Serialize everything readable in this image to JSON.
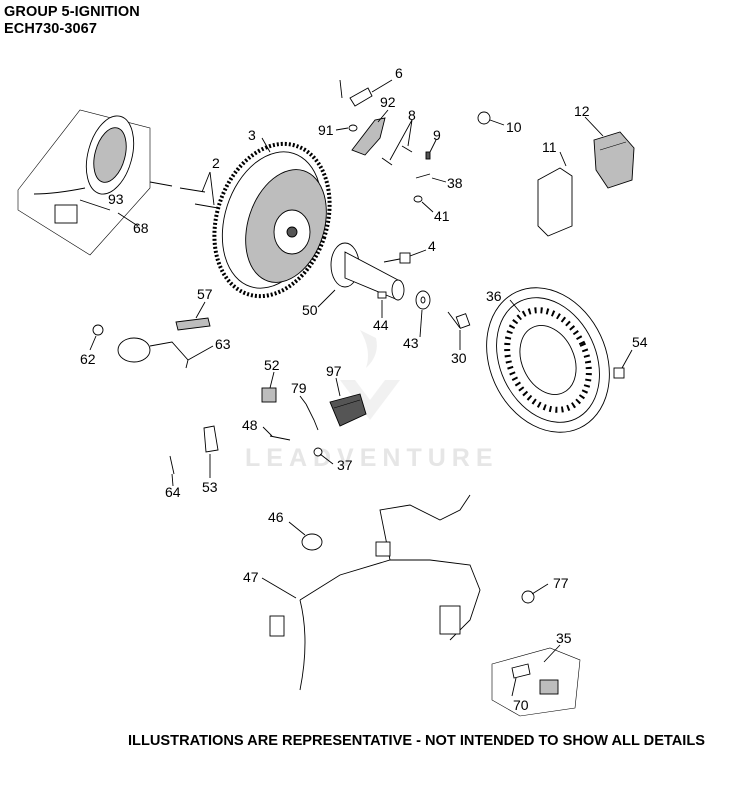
{
  "header": {
    "title": "GROUP 5-IGNITION",
    "model": "ECH730-3067"
  },
  "footer": {
    "note": "ILLUSTRATIONS ARE REPRESENTATIVE - NOT INTENDED TO SHOW ALL DETAILS"
  },
  "watermark": {
    "text": "LEADVENTURE"
  },
  "callouts": {
    "c2": "2",
    "c3": "3",
    "c4": "4",
    "c6": "6",
    "c8": "8",
    "c9": "9",
    "c10": "10",
    "c11": "11",
    "c12": "12",
    "c30": "30",
    "c35": "35",
    "c36": "36",
    "c37": "37",
    "c38": "38",
    "c41": "41",
    "c43": "43",
    "c44": "44",
    "c46": "46",
    "c47": "47",
    "c48": "48",
    "c50": "50",
    "c52": "52",
    "c53": "53",
    "c54": "54",
    "c57": "57",
    "c62": "62",
    "c63": "63",
    "c64": "64",
    "c68": "68",
    "c70": "70",
    "c77": "77",
    "c79": "79",
    "c91": "91",
    "c92": "92",
    "c93": "93",
    "c97": "97"
  }
}
